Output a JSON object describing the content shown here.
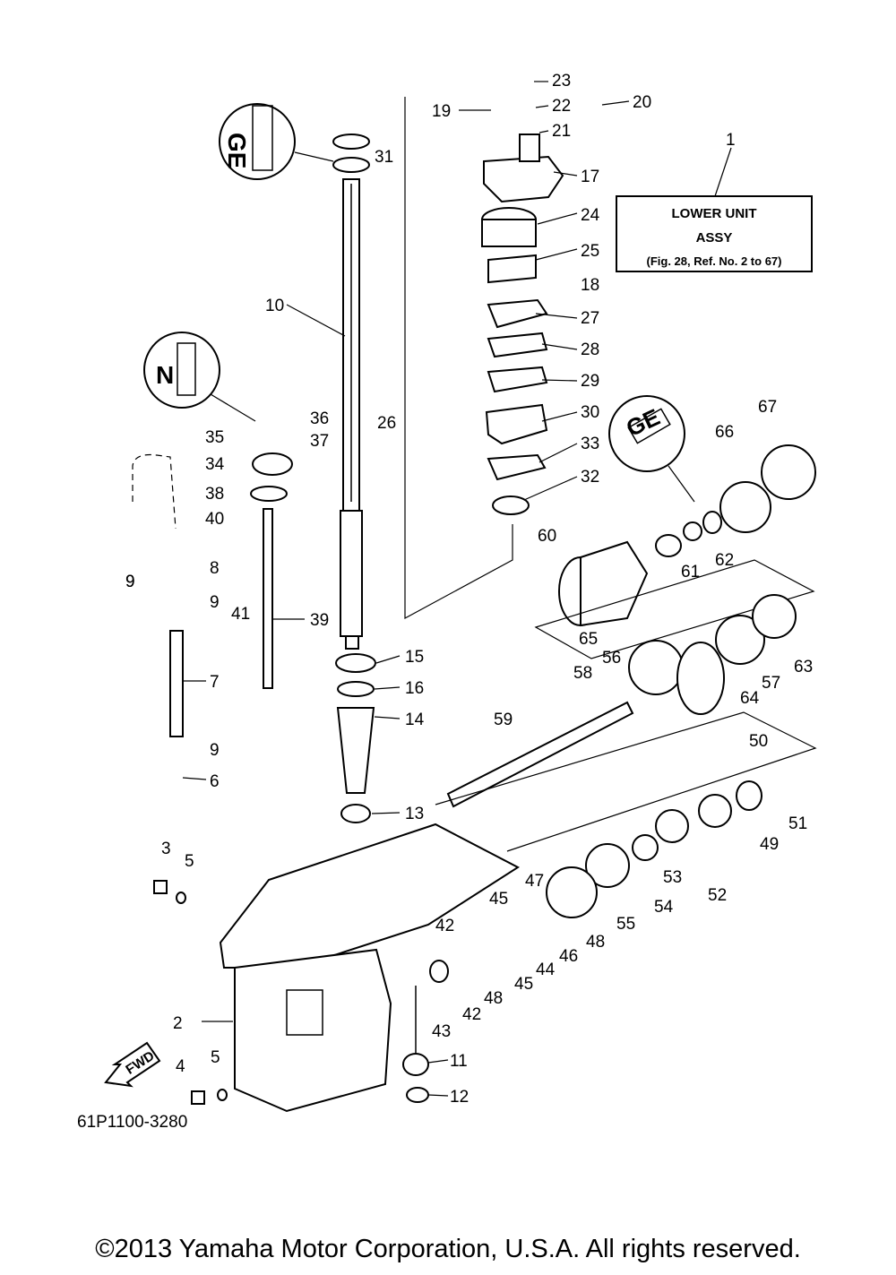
{
  "drawing_number": "61P1100-3280",
  "copyright": "©2013 Yamaha Motor Corporation, U.S.A. All rights reserved.",
  "assy_box": {
    "line1": "LOWER UNIT",
    "line2": "ASSY",
    "line3": "(Fig. 28, Ref. No. 2 to 67)"
  },
  "fwd_label": "FWD",
  "callouts": [
    "1",
    "2",
    "3",
    "4",
    "5",
    "5",
    "6",
    "7",
    "8",
    "9",
    "9",
    "9",
    "9",
    "10",
    "11",
    "12",
    "13",
    "14",
    "15",
    "16",
    "17",
    "18",
    "19",
    "20",
    "21",
    "22",
    "23",
    "24",
    "25",
    "26",
    "27",
    "28",
    "29",
    "30",
    "31",
    "32",
    "33",
    "34",
    "35",
    "36",
    "37",
    "38",
    "39",
    "40",
    "41",
    "42",
    "42",
    "43",
    "44",
    "45",
    "45",
    "46",
    "47",
    "48",
    "48",
    "49",
    "50",
    "51",
    "52",
    "53",
    "54",
    "55",
    "56",
    "57",
    "58",
    "59",
    "60",
    "61",
    "62",
    "63",
    "64",
    "65",
    "66",
    "67"
  ]
}
